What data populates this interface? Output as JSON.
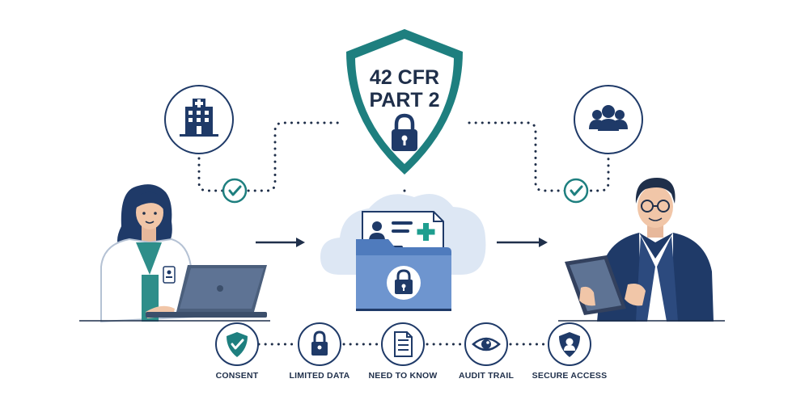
{
  "shield": {
    "line1": "42 CFR",
    "line2": "PART 2"
  },
  "pillars": [
    {
      "label": "CONSENT",
      "icon": "shield-check-icon"
    },
    {
      "label": "LIMITED DATA",
      "icon": "lock-icon"
    },
    {
      "label": "NEED TO KNOW",
      "icon": "document-icon"
    },
    {
      "label": "AUDIT TRAIL",
      "icon": "eye-icon"
    },
    {
      "label": "SECURE ACCESS",
      "icon": "user-shield-icon"
    }
  ],
  "colors": {
    "navy": "#1f3a68",
    "teal": "#1e7f7f",
    "ink": "#1f2f4a",
    "folder": "#4f7bbd",
    "cloud": "#dde7f4"
  }
}
